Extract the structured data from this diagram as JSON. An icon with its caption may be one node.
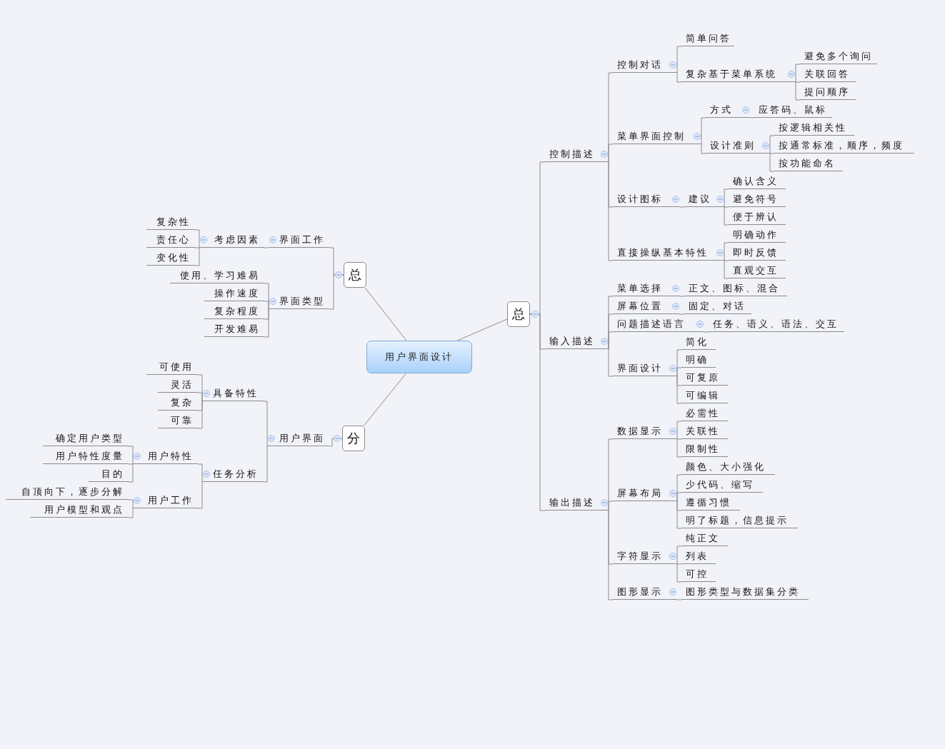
{
  "diagram": {
    "nodes": [
      {
        "text": [
          "用户界面设计"
        ]
      },
      {
        "text": [
          "总"
        ]
      },
      {
        "text": [
          "界面工作"
        ]
      },
      {
        "text": [
          "考虑因素"
        ]
      },
      {
        "text": [
          "复杂性"
        ]
      },
      {
        "text": [
          "责任心"
        ]
      },
      {
        "text": [
          "变化性"
        ]
      },
      {
        "text": [
          "界面类型"
        ]
      },
      {
        "text": [
          "使用、学习难易"
        ]
      },
      {
        "text": [
          "操作速度"
        ]
      },
      {
        "text": [
          "复杂程度"
        ]
      },
      {
        "text": [
          "开发难易"
        ]
      },
      {
        "text": [
          "分"
        ]
      },
      {
        "text": [
          "用户界面"
        ]
      },
      {
        "text": [
          "具备特性"
        ]
      },
      {
        "text": [
          "可使用"
        ]
      },
      {
        "text": [
          "灵活"
        ]
      },
      {
        "text": [
          "复杂"
        ]
      },
      {
        "text": [
          "可靠"
        ]
      },
      {
        "text": [
          "任务分析"
        ]
      },
      {
        "text": [
          "用户特性"
        ]
      },
      {
        "text": [
          "确定用户类型"
        ]
      },
      {
        "text": [
          "用户特性度量"
        ]
      },
      {
        "text": [
          "目的"
        ]
      },
      {
        "text": [
          "用户工作"
        ]
      },
      {
        "text": [
          "自顶向下，逐步分解"
        ]
      },
      {
        "text": [
          "用户模型和观点"
        ]
      },
      {
        "text": [
          "总"
        ]
      },
      {
        "text": [
          "控制描述"
        ]
      },
      {
        "text": [
          "控制对话"
        ]
      },
      {
        "text": [
          "简单问答"
        ]
      },
      {
        "text": [
          "复杂基于菜单系统"
        ]
      },
      {
        "text": [
          "避免多个询问"
        ]
      },
      {
        "text": [
          "关联回答"
        ]
      },
      {
        "text": [
          "提问顺序"
        ]
      },
      {
        "text": [
          "菜单界面控制"
        ]
      },
      {
        "text": [
          "方式"
        ]
      },
      {
        "text": [
          "应答码、鼠标"
        ]
      },
      {
        "text": [
          "设计准则"
        ]
      },
      {
        "text": [
          "按逻辑相关性"
        ]
      },
      {
        "text": [
          "按通常标准，顺序，频度"
        ]
      },
      {
        "text": [
          "按功能命名"
        ]
      },
      {
        "text": [
          "设计图标"
        ]
      },
      {
        "text": [
          "建议"
        ]
      },
      {
        "text": [
          "确认含义"
        ]
      },
      {
        "text": [
          "避免符号"
        ]
      },
      {
        "text": [
          "便于辨认"
        ]
      },
      {
        "text": [
          "直接操纵基本特性"
        ]
      },
      {
        "text": [
          "明确动作"
        ]
      },
      {
        "text": [
          "即时反馈"
        ]
      },
      {
        "text": [
          "直观交互"
        ]
      },
      {
        "text": [
          "输入描述"
        ]
      },
      {
        "text": [
          "菜单选择"
        ]
      },
      {
        "text": [
          "正文、图标、混合"
        ]
      },
      {
        "text": [
          "屏幕位置"
        ]
      },
      {
        "text": [
          "固定、对话"
        ]
      },
      {
        "text": [
          "问题描述语言"
        ]
      },
      {
        "text": [
          "任务、语义、语法、交互"
        ]
      },
      {
        "text": [
          "界面设计"
        ]
      },
      {
        "text": [
          "简化"
        ]
      },
      {
        "text": [
          "明确"
        ]
      },
      {
        "text": [
          "可复原"
        ]
      },
      {
        "text": [
          "可编辑"
        ]
      },
      {
        "text": [
          "输出描述"
        ]
      },
      {
        "text": [
          "数据显示"
        ]
      },
      {
        "text": [
          "必需性"
        ]
      },
      {
        "text": [
          "关联性"
        ]
      },
      {
        "text": [
          "限制性"
        ]
      },
      {
        "text": [
          "屏幕布局"
        ]
      },
      {
        "text": [
          "颜色、大小强化"
        ]
      },
      {
        "text": [
          "少代码、缩写"
        ]
      },
      {
        "text": [
          "遵循习惯"
        ]
      },
      {
        "text": [
          "明了标题，信息提示"
        ]
      },
      {
        "text": [
          "字符显示"
        ]
      },
      {
        "text": [
          "纯正文"
        ]
      },
      {
        "text": [
          "列表"
        ]
      },
      {
        "text": [
          "可控"
        ]
      },
      {
        "text": [
          "图形显示"
        ]
      },
      {
        "text": [
          "图形类型与数据集分类"
        ]
      }
    ],
    "edges": [
      {
        "from": 0,
        "to": 1,
        "arrow": "none"
      },
      {
        "from": 0,
        "to": 12,
        "arrow": "none"
      },
      {
        "from": 0,
        "to": 27,
        "arrow": "none"
      },
      {
        "from": 1,
        "to": 2,
        "arrow": "none"
      },
      {
        "from": 2,
        "to": 3,
        "arrow": "none"
      },
      {
        "from": 3,
        "to": 4,
        "arrow": "none"
      },
      {
        "from": 3,
        "to": 5,
        "arrow": "none"
      },
      {
        "from": 3,
        "to": 6,
        "arrow": "none"
      },
      {
        "from": 1,
        "to": 7,
        "arrow": "none"
      },
      {
        "from": 7,
        "to": 8,
        "arrow": "none"
      },
      {
        "from": 7,
        "to": 9,
        "arrow": "none"
      },
      {
        "from": 7,
        "to": 10,
        "arrow": "none"
      },
      {
        "from": 7,
        "to": 11,
        "arrow": "none"
      },
      {
        "from": 12,
        "to": 13,
        "arrow": "none"
      },
      {
        "from": 13,
        "to": 14,
        "arrow": "none"
      },
      {
        "from": 14,
        "to": 15,
        "arrow": "none"
      },
      {
        "from": 14,
        "to": 16,
        "arrow": "none"
      },
      {
        "from": 14,
        "to": 17,
        "arrow": "none"
      },
      {
        "from": 14,
        "to": 18,
        "arrow": "none"
      },
      {
        "from": 13,
        "to": 19,
        "arrow": "none"
      },
      {
        "from": 19,
        "to": 20,
        "arrow": "none"
      },
      {
        "from": 20,
        "to": 21,
        "arrow": "none"
      },
      {
        "from": 20,
        "to": 22,
        "arrow": "none"
      },
      {
        "from": 20,
        "to": 23,
        "arrow": "none"
      },
      {
        "from": 19,
        "to": 24,
        "arrow": "none"
      },
      {
        "from": 24,
        "to": 25,
        "arrow": "none"
      },
      {
        "from": 24,
        "to": 26,
        "arrow": "none"
      },
      {
        "from": 27,
        "to": 28,
        "arrow": "none"
      },
      {
        "from": 28,
        "to": 29,
        "arrow": "none"
      },
      {
        "from": 29,
        "to": 30,
        "arrow": "none"
      },
      {
        "from": 29,
        "to": 31,
        "arrow": "none"
      },
      {
        "from": 31,
        "to": 32,
        "arrow": "none"
      },
      {
        "from": 31,
        "to": 33,
        "arrow": "none"
      },
      {
        "from": 31,
        "to": 34,
        "arrow": "none"
      },
      {
        "from": 28,
        "to": 35,
        "arrow": "none"
      },
      {
        "from": 35,
        "to": 36,
        "arrow": "none"
      },
      {
        "from": 36,
        "to": 37,
        "arrow": "none"
      },
      {
        "from": 35,
        "to": 38,
        "arrow": "none"
      },
      {
        "from": 38,
        "to": 39,
        "arrow": "none"
      },
      {
        "from": 38,
        "to": 40,
        "arrow": "none"
      },
      {
        "from": 38,
        "to": 41,
        "arrow": "none"
      },
      {
        "from": 28,
        "to": 42,
        "arrow": "none"
      },
      {
        "from": 42,
        "to": 43,
        "arrow": "none"
      },
      {
        "from": 43,
        "to": 44,
        "arrow": "none"
      },
      {
        "from": 43,
        "to": 45,
        "arrow": "none"
      },
      {
        "from": 43,
        "to": 46,
        "arrow": "none"
      },
      {
        "from": 28,
        "to": 47,
        "arrow": "none"
      },
      {
        "from": 47,
        "to": 48,
        "arrow": "none"
      },
      {
        "from": 47,
        "to": 49,
        "arrow": "none"
      },
      {
        "from": 47,
        "to": 50,
        "arrow": "none"
      },
      {
        "from": 27,
        "to": 51,
        "arrow": "none"
      },
      {
        "from": 51,
        "to": 52,
        "arrow": "none"
      },
      {
        "from": 52,
        "to": 53,
        "arrow": "none"
      },
      {
        "from": 51,
        "to": 54,
        "arrow": "none"
      },
      {
        "from": 54,
        "to": 55,
        "arrow": "none"
      },
      {
        "from": 51,
        "to": 56,
        "arrow": "none"
      },
      {
        "from": 56,
        "to": 57,
        "arrow": "none"
      },
      {
        "from": 51,
        "to": 58,
        "arrow": "none"
      },
      {
        "from": 58,
        "to": 59,
        "arrow": "none"
      },
      {
        "from": 58,
        "to": 60,
        "arrow": "none"
      },
      {
        "from": 58,
        "to": 61,
        "arrow": "none"
      },
      {
        "from": 58,
        "to": 62,
        "arrow": "none"
      },
      {
        "from": 27,
        "to": 63,
        "arrow": "none"
      },
      {
        "from": 63,
        "to": 64,
        "arrow": "none"
      },
      {
        "from": 64,
        "to": 65,
        "arrow": "none"
      },
      {
        "from": 64,
        "to": 66,
        "arrow": "none"
      },
      {
        "from": 64,
        "to": 67,
        "arrow": "none"
      },
      {
        "from": 63,
        "to": 68,
        "arrow": "none"
      },
      {
        "from": 68,
        "to": 69,
        "arrow": "none"
      },
      {
        "from": 68,
        "to": 70,
        "arrow": "none"
      },
      {
        "from": 68,
        "to": 71,
        "arrow": "none"
      },
      {
        "from": 68,
        "to": 72,
        "arrow": "none"
      },
      {
        "from": 63,
        "to": 73,
        "arrow": "none"
      },
      {
        "from": 73,
        "to": 74,
        "arrow": "none"
      },
      {
        "from": 73,
        "to": 75,
        "arrow": "none"
      },
      {
        "from": 73,
        "to": 76,
        "arrow": "none"
      },
      {
        "from": 63,
        "to": 77,
        "arrow": "none"
      },
      {
        "from": 77,
        "to": 78,
        "arrow": "none"
      }
    ]
  }
}
